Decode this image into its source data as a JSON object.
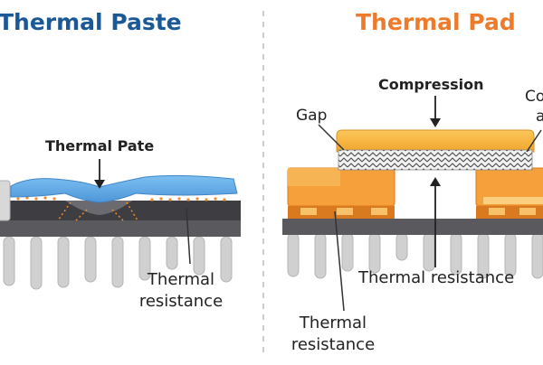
{
  "panels": {
    "left": {
      "title": "Thermal Paste",
      "material_label": "Thermal Pate",
      "resistance_label_line1": "Thermal",
      "resistance_label_line2": "resistance"
    },
    "right": {
      "title": "Thermal Pad",
      "compression_label": "Compression",
      "gap_label": "Gap",
      "partial_label_line1": "Co",
      "partial_label_line2": "a",
      "resistance_label_1": "Thermal resistance",
      "resistance_label_2_line1": "Thermal",
      "resistance_label_2_line2": "resistance"
    }
  },
  "colors": {
    "paste_title": "#1a5896",
    "pad_title": "#ee7b2a",
    "paste_fill": "#6aaee8",
    "pad_fill": "#f5b23c",
    "chip_orange": "#f08a28",
    "heatsink_gray": "#c8c8c8",
    "base_dark": "#4a4a4e",
    "divider": "#bbbbbb"
  }
}
